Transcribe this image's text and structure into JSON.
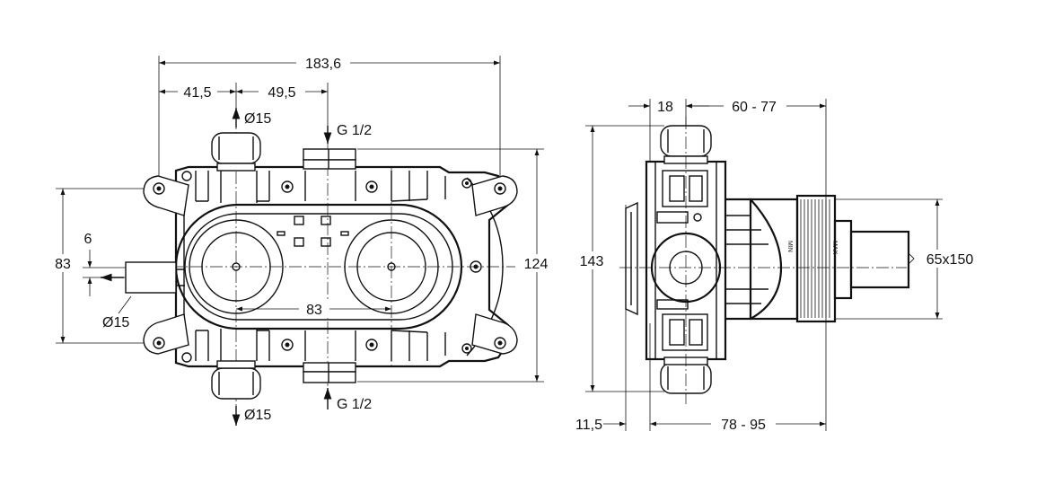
{
  "front_view": {
    "dim_overall_width": "183,6",
    "dim_left_offset": "41,5",
    "dim_center_offset": "49,5",
    "dim_height_83": "83",
    "dim_outlet_offset": "6",
    "dim_height_124": "124",
    "dim_center_distance": "83",
    "label_top_outlet": "Ø15",
    "label_bottom_outlet": "Ø15",
    "label_side_outlet": "Ø15",
    "label_top_inlet": "G 1/2",
    "label_bottom_inlet": "G 1/2"
  },
  "side_view": {
    "dim_18": "18",
    "dim_depth_range": "60 - 77",
    "dim_height_143": "143",
    "dim_box": "65x150",
    "dim_11_5": "11,5",
    "dim_install_range": "78 - 95",
    "label_min": "MIN",
    "label_max": "MAX"
  },
  "colors": {
    "line": "#111111",
    "background": "#ffffff"
  }
}
